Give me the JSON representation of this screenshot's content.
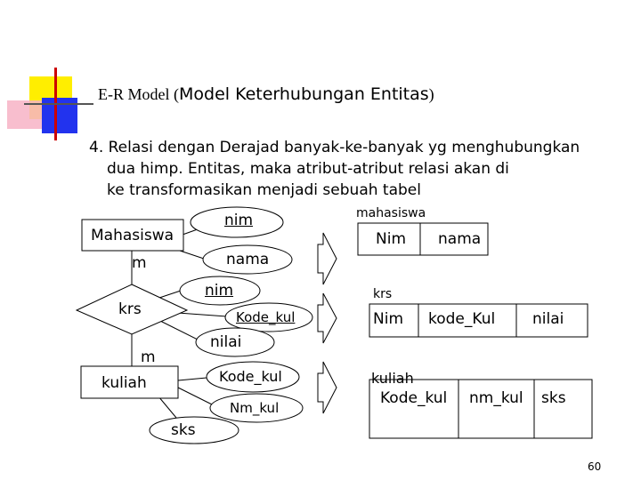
{
  "title": {
    "prefix": "E-R Model (",
    "main": "Model Keterhubungan Entitas",
    "suffix": ")"
  },
  "body_text": {
    "line1": "4. Relasi dengan Derajad banyak-ke-banyak yg menghubungkan",
    "line2": "dua himp. Entitas, maka atribut-atribut relasi akan di",
    "line3": "ke transformasikan menjadi sebuah tabel"
  },
  "er_diagram": {
    "entity_mahasiswa": "Mahasiswa",
    "attr_nim_1": "nim",
    "attr_nama": "nama",
    "cardinality_1": "m",
    "relation_krs": "krs",
    "attr_nim_2": "nim",
    "attr_kode_kul_1": "Kode_kul",
    "attr_nilai": "nilai",
    "cardinality_2": "m",
    "entity_kuliah": "kuliah",
    "attr_kode_kul_2": "Kode_kul",
    "attr_nm_kul": "Nm_kul",
    "attr_sks": "sks"
  },
  "tables": {
    "mahasiswa": {
      "name": "mahasiswa",
      "columns": [
        "Nim",
        "nama"
      ]
    },
    "krs": {
      "name": "krs",
      "columns": [
        "Nim",
        "kode_Kul",
        "nilai"
      ]
    },
    "kuliah": {
      "name": "kuliah",
      "columns": [
        "Kode_kul",
        "nm_kul",
        "sks"
      ]
    }
  },
  "page_number": "60",
  "colors": {
    "yellow": "#ffee00",
    "red": "#ff0000",
    "blue": "#2233ee",
    "pink": "#f7b3c5"
  }
}
